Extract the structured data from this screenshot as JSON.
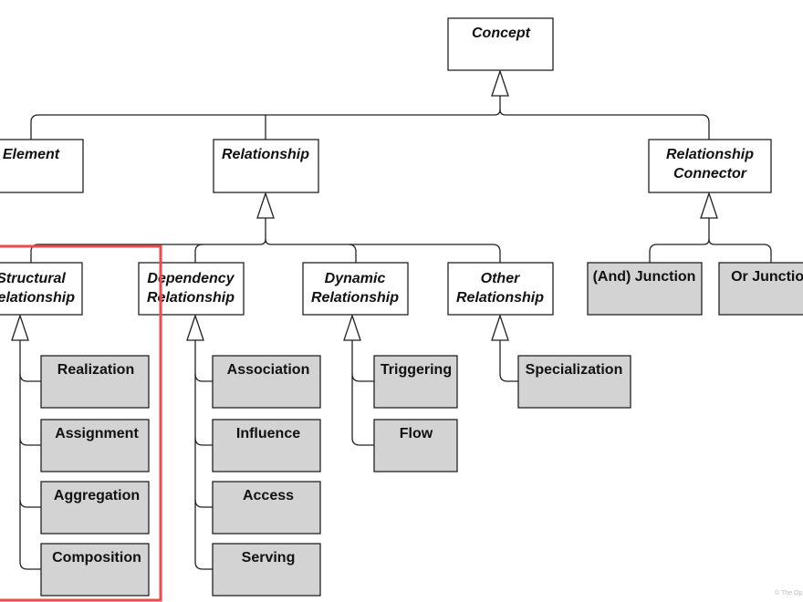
{
  "nodes": {
    "concept": "Concept",
    "element": "Element",
    "relationship": "Relationship",
    "relationship_connector": [
      "Relationship",
      "Connector"
    ],
    "structural_relationship": [
      "Structural",
      "Relationship"
    ],
    "dependency_relationship": [
      "Dependency",
      "Relationship"
    ],
    "dynamic_relationship": [
      "Dynamic",
      "Relationship"
    ],
    "other_relationship": [
      "Other",
      "Relationship"
    ],
    "and_junction": "(And) Junction",
    "or_junction": "Or Junction",
    "realization": "Realization",
    "assignment": "Assignment",
    "aggregation": "Aggregation",
    "composition": "Composition",
    "association": "Association",
    "influence": "Influence",
    "access": "Access",
    "serving": "Serving",
    "triggering": "Triggering",
    "flow": "Flow",
    "specialization": "Specialization"
  },
  "highlight_color": "#f04a4a",
  "concrete_fill": "#d3d3d3",
  "watermark": "© The Op"
}
